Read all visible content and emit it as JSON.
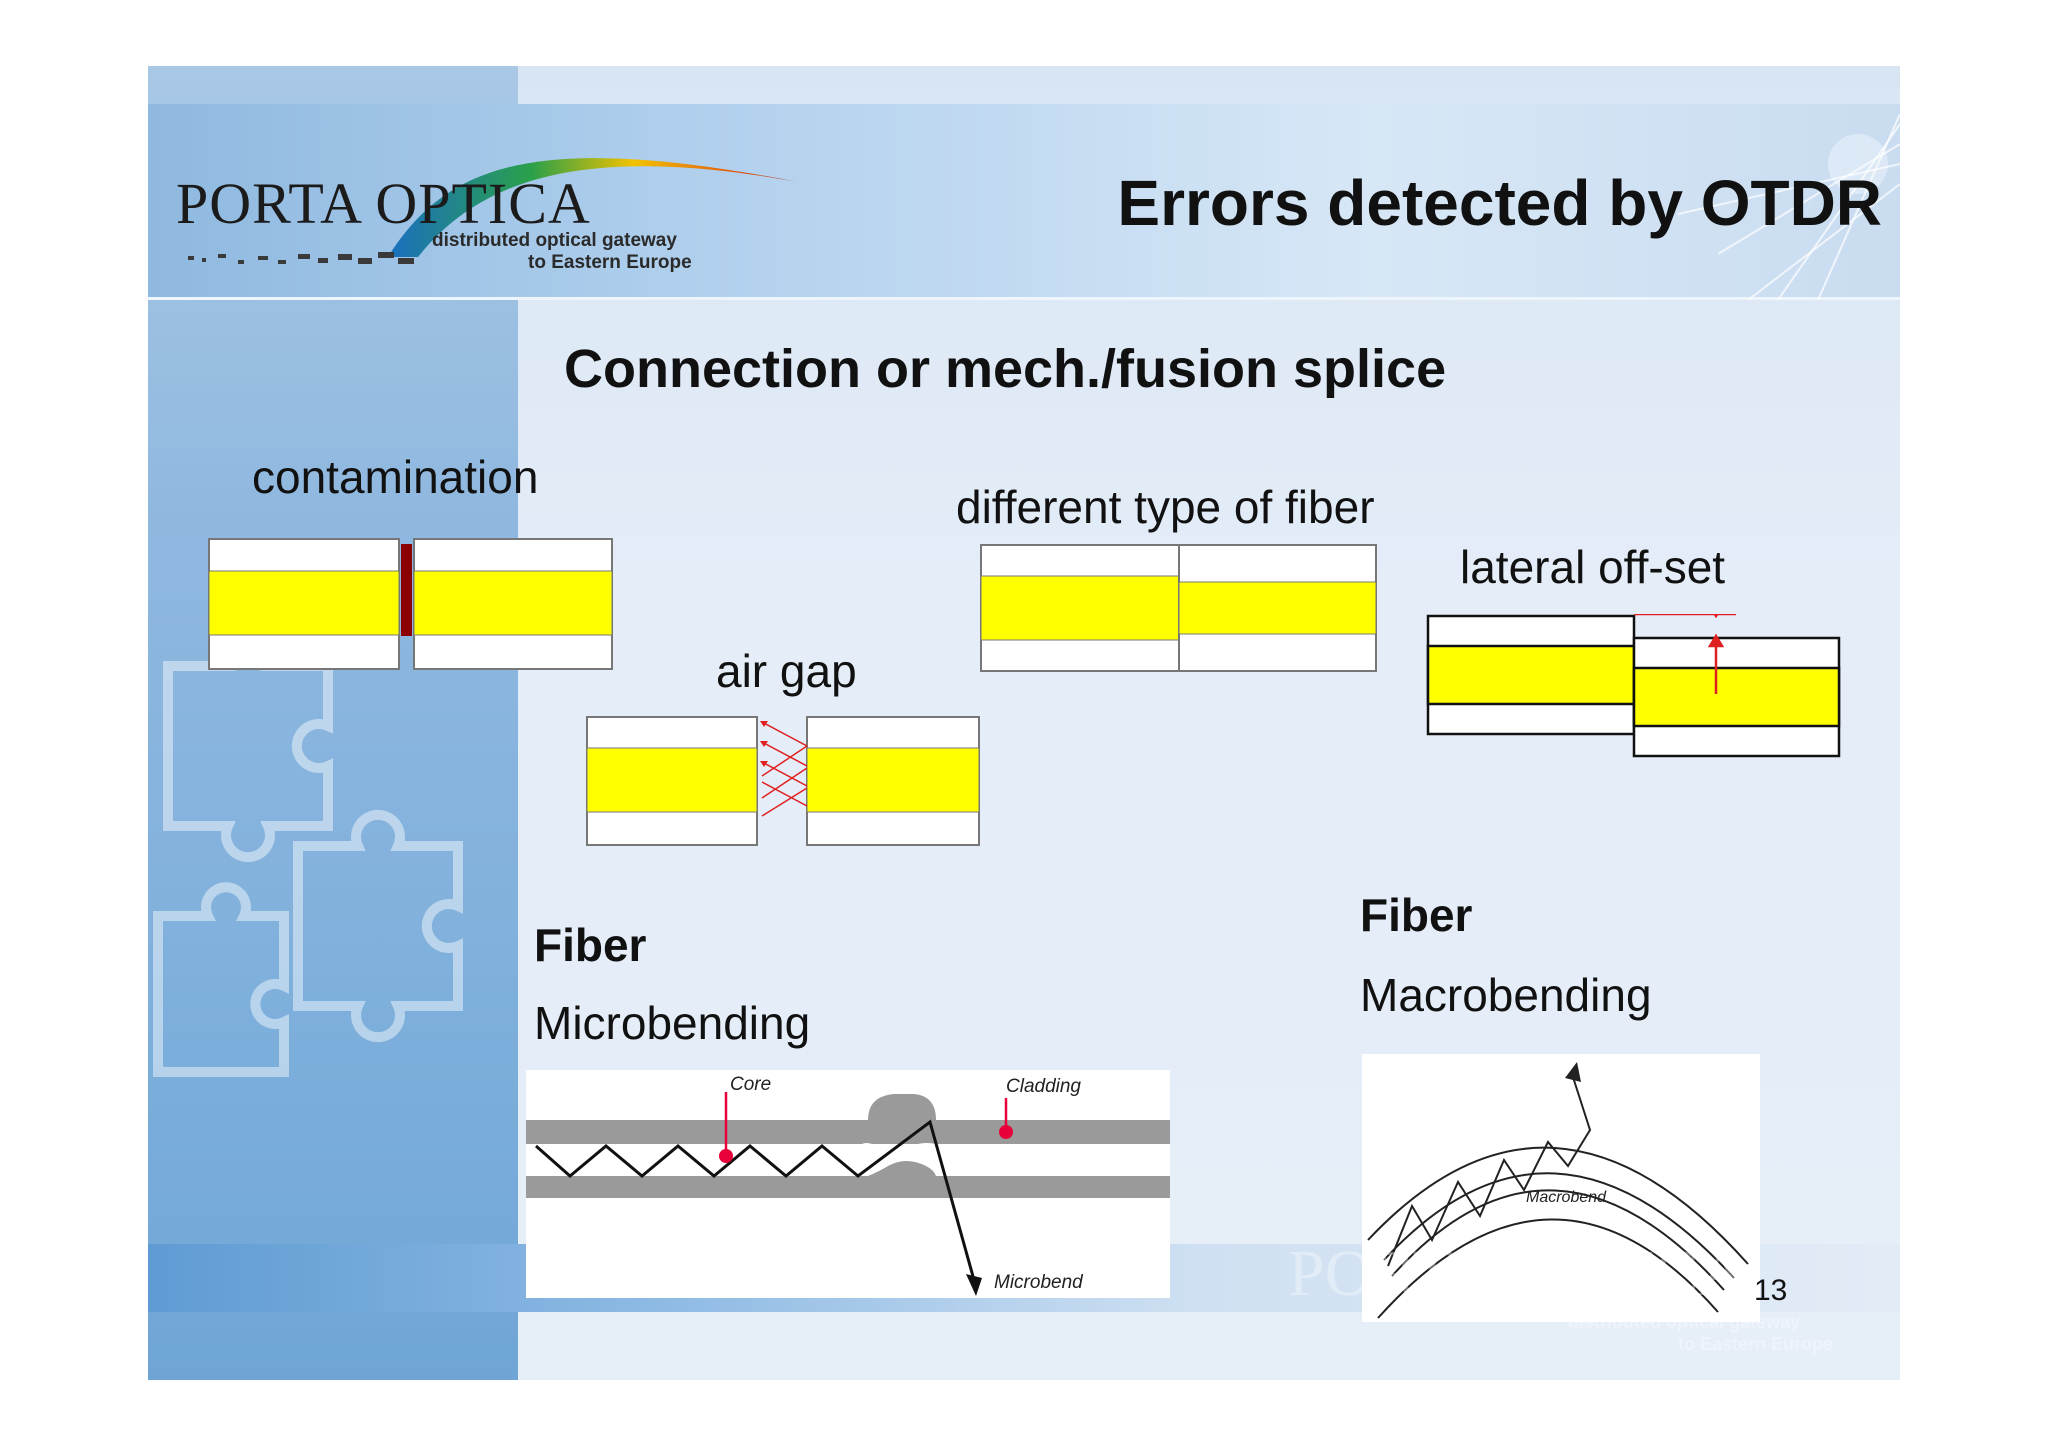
{
  "logo": {
    "word": "PORTA OPTICA",
    "tagline_line1": "distributed optical gateway",
    "tagline_line2": "to Eastern Europe"
  },
  "title": "Errors detected by OTDR",
  "subtitle": "Connection or mech./fusion splice",
  "labels": {
    "contamination": "contamination",
    "air_gap": "air gap",
    "different_fiber": "different type of fiber",
    "lateral_offset": "lateral off-set"
  },
  "micro": {
    "heading": "Fiber",
    "caption": "Microbending",
    "core_label": "Core",
    "cladding_label": "Cladding",
    "microbend_label": "Microbend"
  },
  "macro": {
    "heading": "Fiber",
    "caption": "Macrobending",
    "macrobend_label": "Macrobend"
  },
  "page_number": "13",
  "watermark": {
    "word": "PORTA OPTICA",
    "line1": "distributed optical gateway",
    "line2": "to Eastern Europe"
  },
  "colors": {
    "core": "#ffff00",
    "contaminant": "#8b0000",
    "reflection": "#e02020"
  }
}
